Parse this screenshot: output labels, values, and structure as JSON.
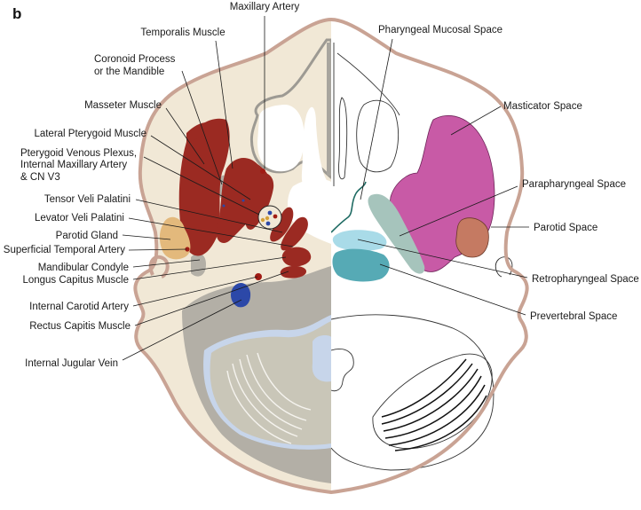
{
  "figure": {
    "panel_label": "b",
    "colors": {
      "skin": "#c9a394",
      "soft_tissue": "#f1e8d6",
      "muscle": "#9b2a22",
      "bone": "#b8b4ac",
      "parotid_gland": "#e3b97c",
      "artery": "#a01b14",
      "vein": "#2c48a8",
      "csf": "#c7d5ea",
      "brain": "#c9c6b8",
      "masticator_space": "#c85aa6",
      "parapharyngeal_space": "#a6c4bc",
      "parotid_space": "#c57a62",
      "retropharyngeal_space": "#a9dbe8",
      "prevertebral_space": "#56aab5",
      "mucosal_line": "#1f6b63"
    },
    "left_labels": [
      {
        "id": "maxillary-artery",
        "text": "Maxillary Artery"
      },
      {
        "id": "temporalis-muscle",
        "text": "Temporalis Muscle"
      },
      {
        "id": "coronoid-process-1",
        "text": "Coronoid Process"
      },
      {
        "id": "coronoid-process-2",
        "text": "or the Mandible"
      },
      {
        "id": "masseter-muscle",
        "text": "Masseter Muscle"
      },
      {
        "id": "lateral-pterygoid-muscle",
        "text": "Lateral Pterygoid Muscle"
      },
      {
        "id": "pterygoid-plexus-1",
        "text": "Pterygoid Venous Plexus,"
      },
      {
        "id": "pterygoid-plexus-2",
        "text": "Internal Maxillary Artery"
      },
      {
        "id": "pterygoid-plexus-3",
        "text": "& CN V3"
      },
      {
        "id": "tensor-veli-palatini",
        "text": "Tensor Veli Palatini"
      },
      {
        "id": "levator-veli-palatini",
        "text": "Levator Veli Palatini"
      },
      {
        "id": "parotid-gland",
        "text": "Parotid Gland"
      },
      {
        "id": "superficial-temporal-artery",
        "text": "Superficial Temporal Artery"
      },
      {
        "id": "mandibular-condyle",
        "text": "Mandibular Condyle"
      },
      {
        "id": "longus-capitus-muscle",
        "text": "Longus Capitus Muscle"
      },
      {
        "id": "internal-carotid-artery",
        "text": "Internal Carotid Artery"
      },
      {
        "id": "rectus-capitis-muscle",
        "text": "Rectus Capitis Muscle"
      },
      {
        "id": "internal-jugular-vein",
        "text": "Internal Jugular Vein"
      }
    ],
    "right_labels": [
      {
        "id": "pharyngeal-mucosal-space",
        "text": "Pharyngeal Mucosal Space"
      },
      {
        "id": "masticator-space",
        "text": "Masticator Space"
      },
      {
        "id": "parapharyngeal-space",
        "text": "Parapharyngeal Space"
      },
      {
        "id": "parotid-space",
        "text": "Parotid Space"
      },
      {
        "id": "retropharyngeal-space",
        "text": "Retropharyngeal Space"
      },
      {
        "id": "prevertebral-space",
        "text": "Prevertebral Space"
      }
    ]
  }
}
